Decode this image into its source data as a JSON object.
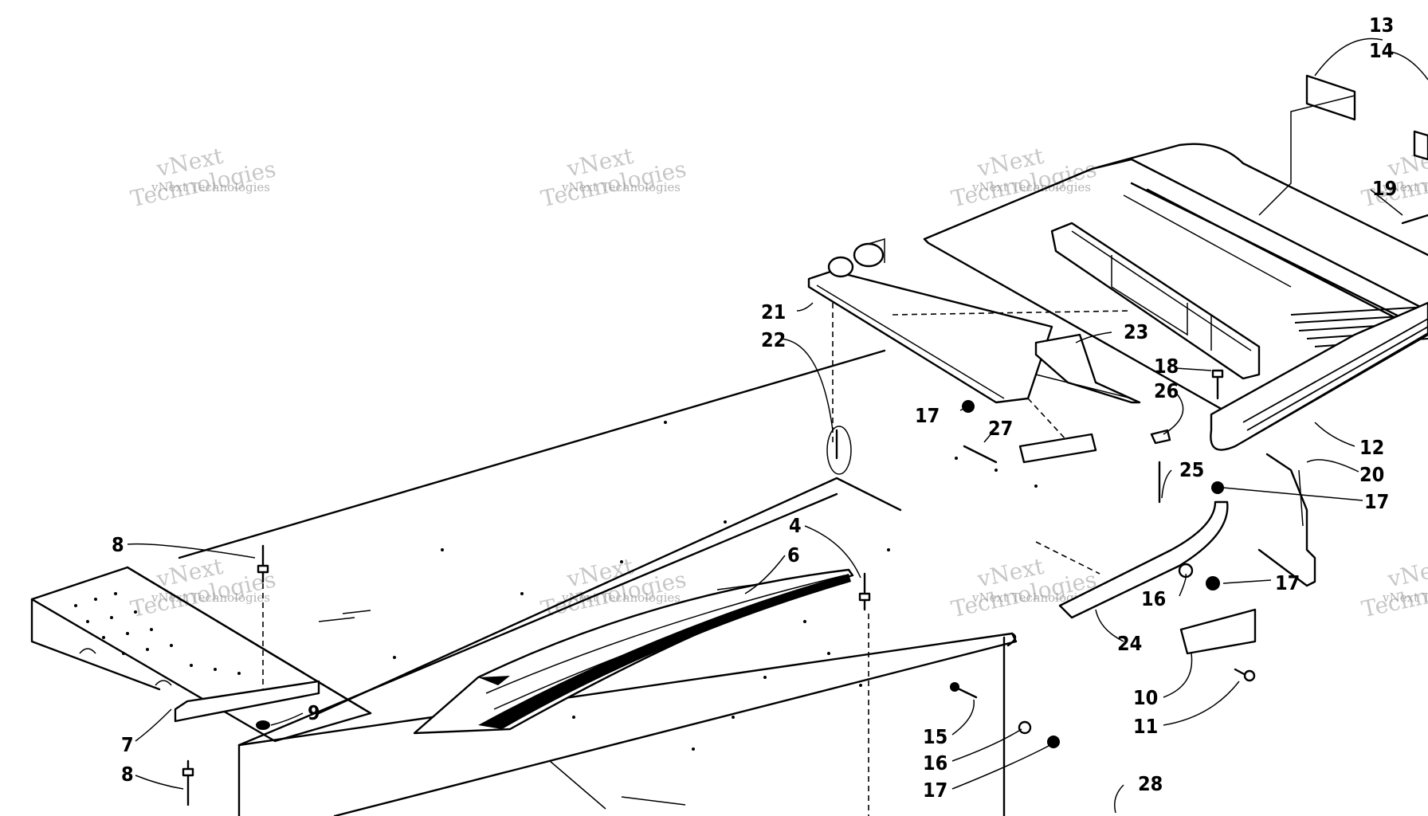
{
  "watermark": {
    "line1": "vNext",
    "line2": "Technologies",
    "small": "vNext Technologies"
  },
  "callouts": [
    {
      "id": "c4",
      "label": "4"
    },
    {
      "id": "c6",
      "label": "6"
    },
    {
      "id": "c7",
      "label": "7"
    },
    {
      "id": "c8a",
      "label": "8"
    },
    {
      "id": "c8b",
      "label": "8"
    },
    {
      "id": "c9",
      "label": "9"
    },
    {
      "id": "c10",
      "label": "10"
    },
    {
      "id": "c11",
      "label": "11"
    },
    {
      "id": "c12",
      "label": "12"
    },
    {
      "id": "c13",
      "label": "13"
    },
    {
      "id": "c14",
      "label": "14"
    },
    {
      "id": "c15",
      "label": "15"
    },
    {
      "id": "c16a",
      "label": "16"
    },
    {
      "id": "c16b",
      "label": "16"
    },
    {
      "id": "c17a",
      "label": "17"
    },
    {
      "id": "c17b",
      "label": "17"
    },
    {
      "id": "c17c",
      "label": "17"
    },
    {
      "id": "c17d",
      "label": "17"
    },
    {
      "id": "c18",
      "label": "18"
    },
    {
      "id": "c19",
      "label": "19"
    },
    {
      "id": "c20",
      "label": "20"
    },
    {
      "id": "c21",
      "label": "21"
    },
    {
      "id": "c22",
      "label": "22"
    },
    {
      "id": "c23",
      "label": "23"
    },
    {
      "id": "c24",
      "label": "24"
    },
    {
      "id": "c25",
      "label": "25"
    },
    {
      "id": "c26",
      "label": "26"
    },
    {
      "id": "c27",
      "label": "27"
    },
    {
      "id": "c28",
      "label": "28"
    }
  ]
}
